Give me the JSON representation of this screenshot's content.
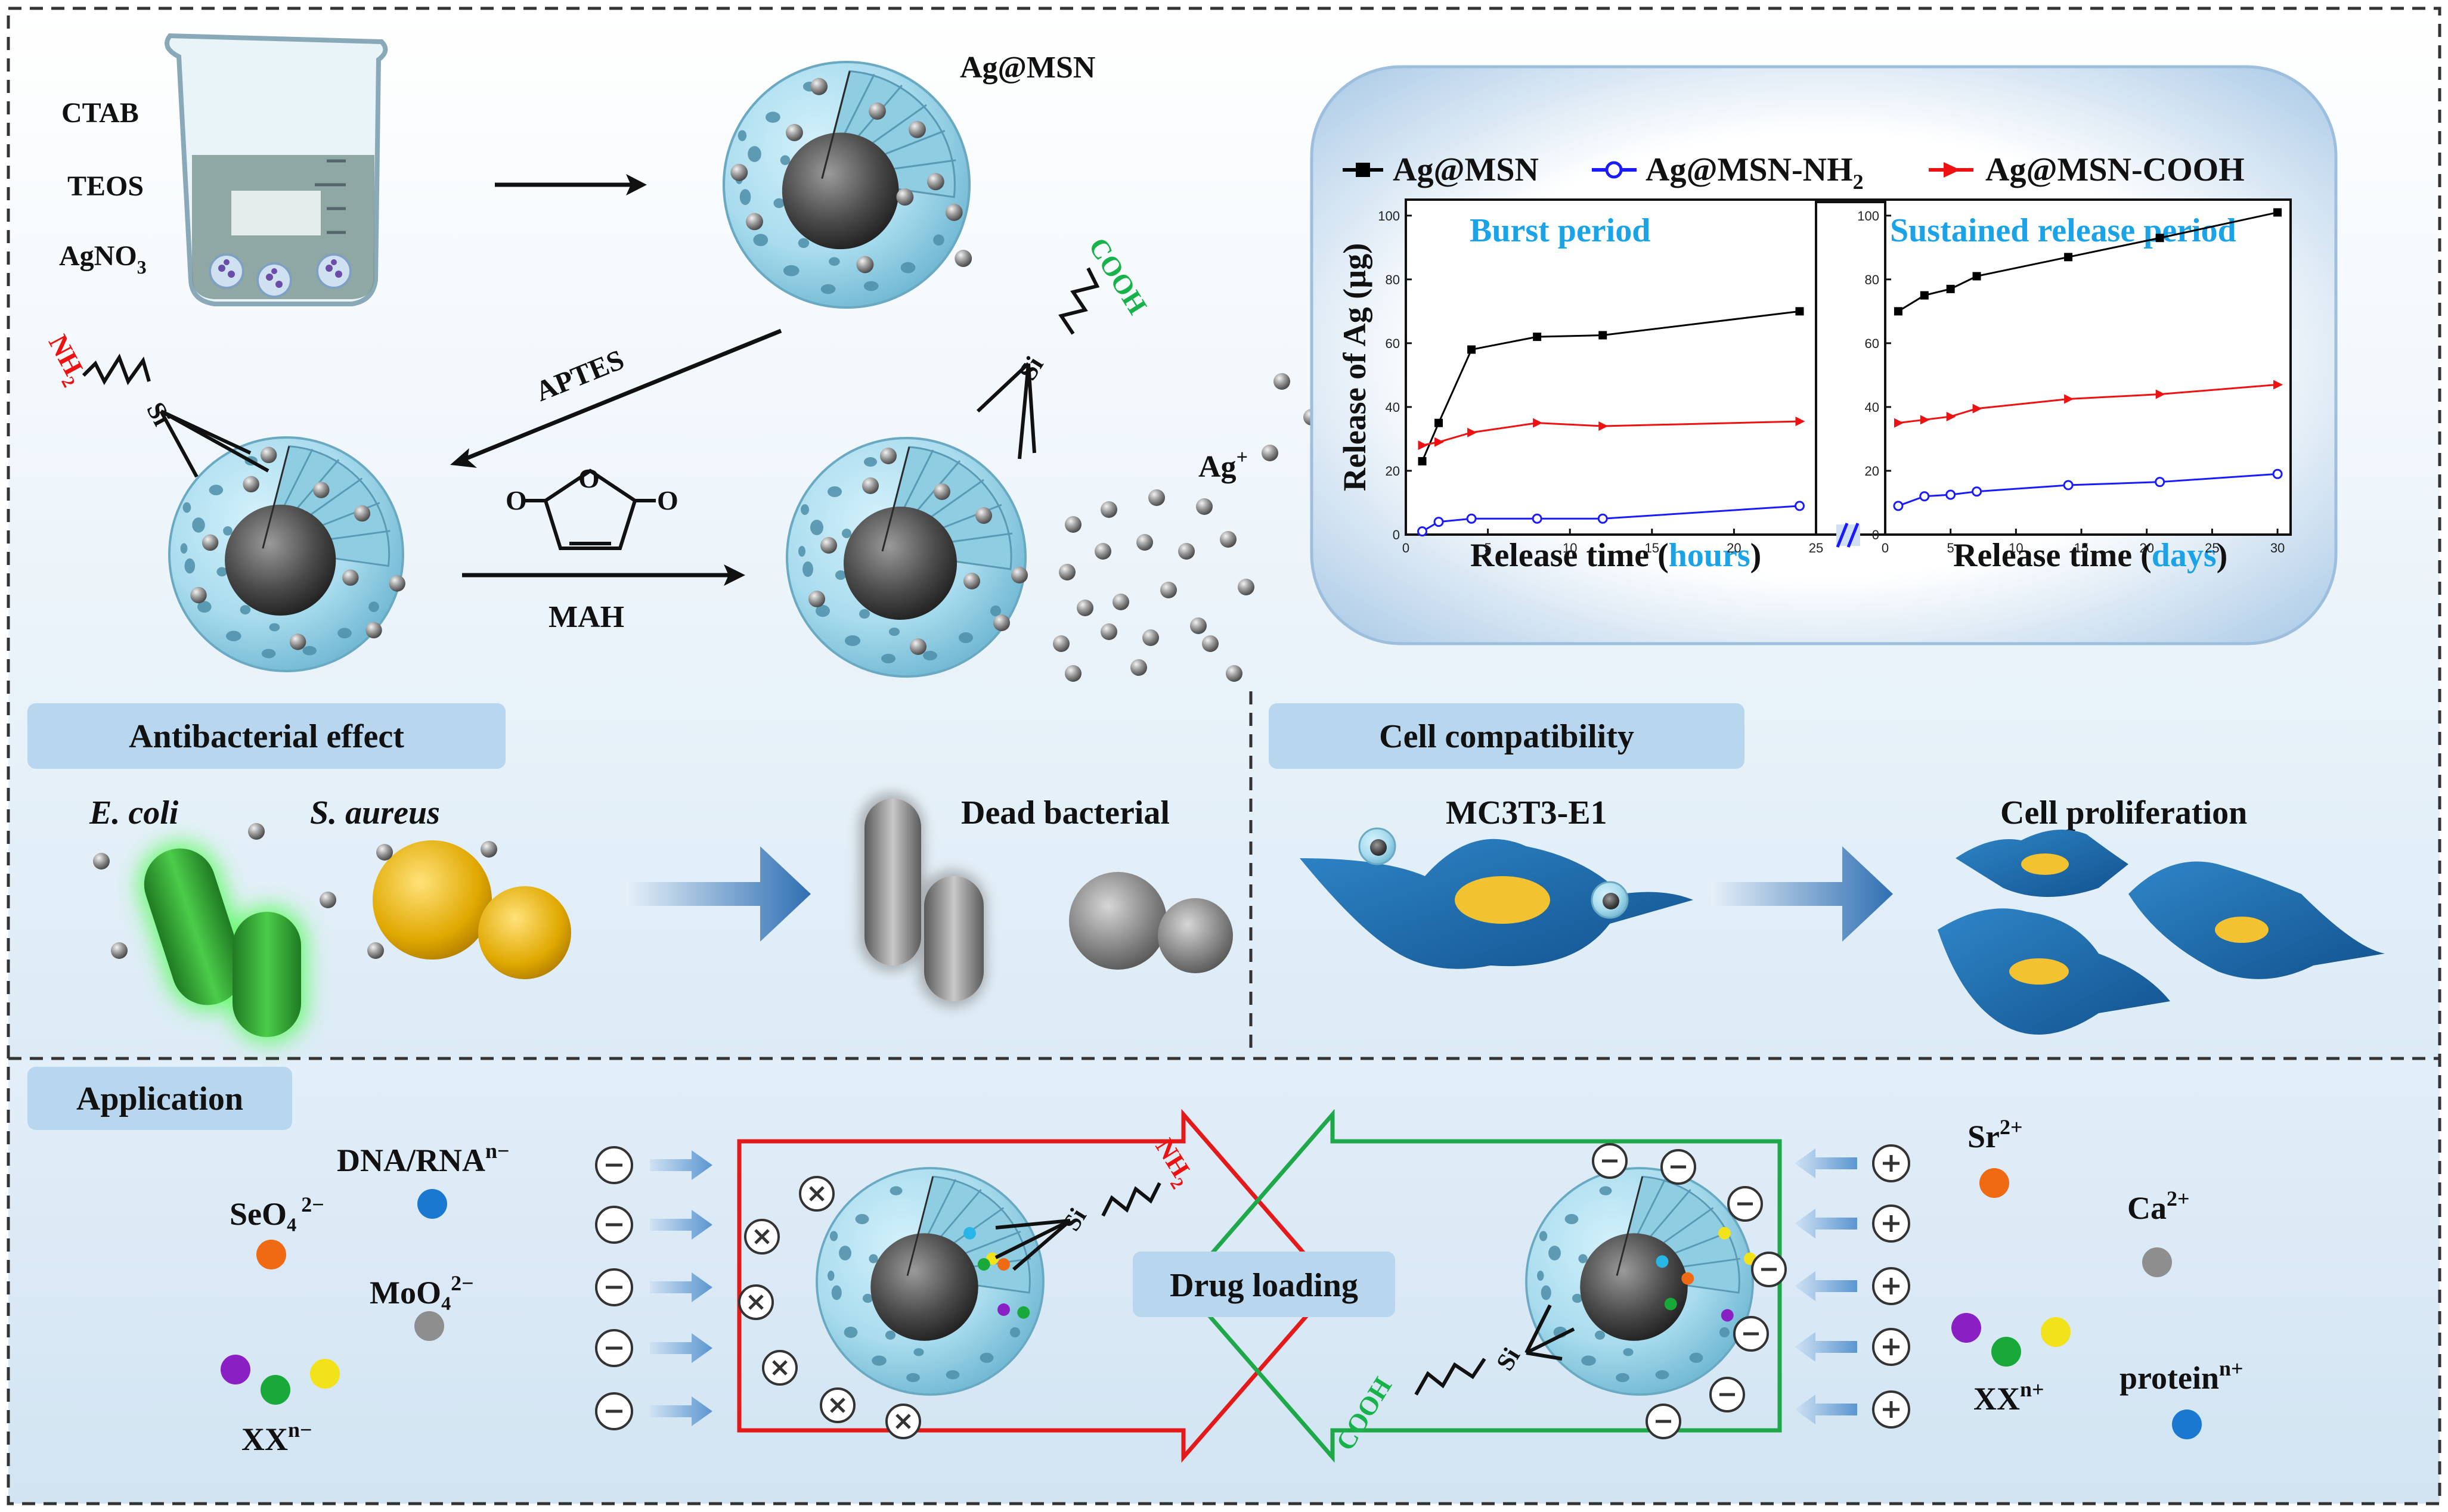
{
  "synthesis": {
    "beaker_labels": [
      "CTAB",
      "TEOS",
      "AgNO",
      "3"
    ],
    "ag_msn_label": "Ag@MSN",
    "aptes_label": "APTES",
    "mah_label": "MAH",
    "nh2_main": "NH",
    "nh2_sub": "2",
    "si_label": "Si",
    "cooh_label": "COOH",
    "ag_ion_main": "Ag",
    "ag_ion_sup": "+"
  },
  "chart_data": {
    "type": "line",
    "ylabel": "Release of Ag (µg)",
    "legend": {
      "placement": "top",
      "entries": [
        {
          "main": "Ag@MSN",
          "sub": ""
        },
        {
          "main": "Ag@MSN-NH",
          "sub": "2"
        },
        {
          "main": "Ag@MSN-COOH",
          "sub": ""
        }
      ]
    },
    "colors": {
      "Ag@MSN": "#000000",
      "Ag@MSN-NH2": "#1a1aff",
      "Ag@MSN-COOH": "#ee1111"
    },
    "panels": [
      {
        "title": "Burst period",
        "xlabel_prefix": "Release time (",
        "xlabel_unit": "hours",
        "xlabel_suffix": ")",
        "xlim": [
          0,
          25
        ],
        "ylim": [
          0,
          105
        ],
        "xticks": [
          0,
          5,
          10,
          15,
          20,
          25
        ],
        "yticks": [
          0,
          20,
          40,
          60,
          80,
          100
        ],
        "series": [
          {
            "key": "Ag@MSN",
            "marker": "square",
            "x": [
              1,
              2,
              4,
              8,
              12,
              24
            ],
            "y": [
              23,
              35,
              58,
              62,
              62.5,
              70
            ]
          },
          {
            "key": "Ag@MSN-COOH",
            "marker": "triangle",
            "x": [
              1,
              2,
              4,
              8,
              12,
              24
            ],
            "y": [
              28,
              29,
              32,
              35,
              34,
              35.5
            ]
          },
          {
            "key": "Ag@MSN-NH2",
            "marker": "circle",
            "x": [
              1,
              2,
              4,
              8,
              12,
              24
            ],
            "y": [
              1,
              4,
              5,
              5,
              5,
              9
            ]
          }
        ]
      },
      {
        "title": "Sustained release period",
        "xlabel_prefix": "Release time (",
        "xlabel_unit": "days",
        "xlabel_suffix": ")",
        "xlim": [
          0,
          31
        ],
        "ylim": [
          0,
          105
        ],
        "xticks": [
          0,
          5,
          10,
          15,
          20,
          25,
          30
        ],
        "yticks": [
          0,
          20,
          40,
          60,
          80,
          100
        ],
        "series": [
          {
            "key": "Ag@MSN",
            "marker": "square",
            "x": [
              1,
              3,
              5,
              7,
              14,
              21,
              30
            ],
            "y": [
              70,
              75,
              77,
              81,
              87,
              93,
              101
            ]
          },
          {
            "key": "Ag@MSN-COOH",
            "marker": "triangle",
            "x": [
              1,
              3,
              5,
              7,
              14,
              21,
              30
            ],
            "y": [
              35,
              36,
              37,
              39.5,
              42.5,
              44,
              47
            ]
          },
          {
            "key": "Ag@MSN-NH2",
            "marker": "circle",
            "x": [
              1,
              3,
              5,
              7,
              14,
              21,
              30
            ],
            "y": [
              9,
              12,
              12.5,
              13.5,
              15.5,
              16.5,
              19
            ]
          }
        ]
      }
    ]
  },
  "antibacterial": {
    "header": "Antibacterial effect",
    "ecoli": "E. coli",
    "saureus": "S. aureus",
    "dead": "Dead bacterial"
  },
  "cell": {
    "header": "Cell compatibility",
    "line": "MC3T3-E1",
    "prolif": "Cell proliferation"
  },
  "application": {
    "header": "Application",
    "drug_loading": "Drug loading",
    "anions": {
      "dna_main": "DNA/RNA",
      "dna_sup": "n−",
      "seo4_main": "SeO₄",
      "seo4_sup": "2−",
      "moo4_main": "MoO₄",
      "moo4_sup": "2−",
      "xx_main": "XX",
      "xx_sup": "n−"
    },
    "cations": {
      "sr_main": "Sr",
      "sr_sup": "2+",
      "ca_main": "Ca",
      "ca_sup": "2+",
      "xx_main": "XX",
      "xx_sup": "n+",
      "protein_main": "protein",
      "protein_sup": "n+"
    }
  }
}
